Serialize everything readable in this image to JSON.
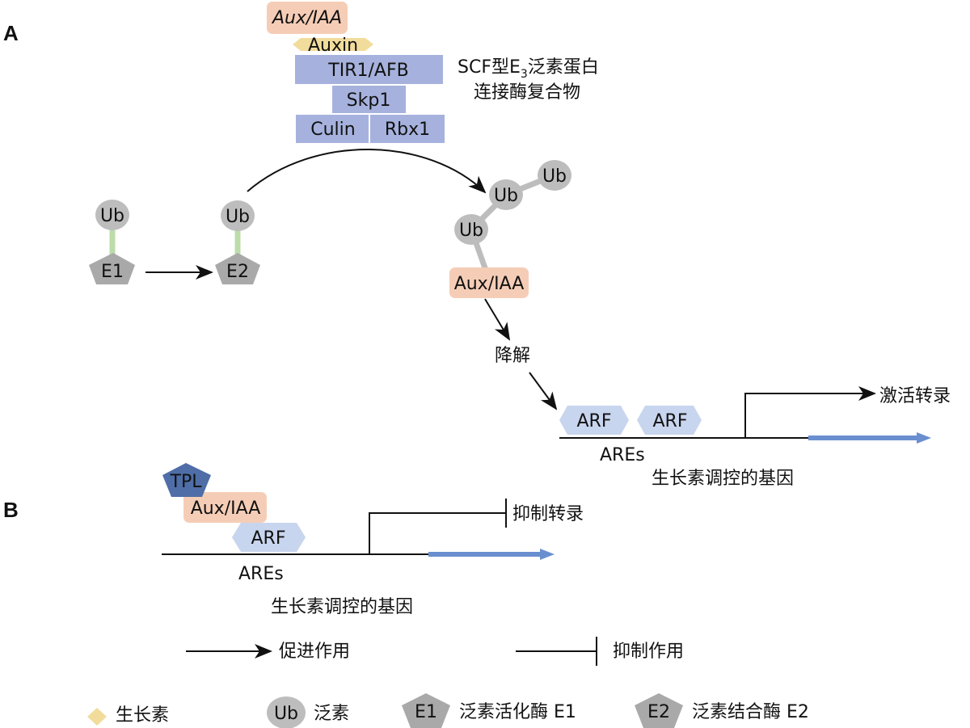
{
  "panels": {
    "a": "A",
    "b": "B"
  },
  "complex": {
    "aux_iaa": "Aux/IAA",
    "auxin": "Auxin",
    "tir1": "TIR1/AFB",
    "skp1": "Skp1",
    "culin": "Culin",
    "rbx1": "Rbx1",
    "label_line1_pre": "SCF型E",
    "label_sub": "3",
    "label_line1_post": "泛素蛋白",
    "label_line2": "连接酶复合物"
  },
  "pathway": {
    "ub": "Ub",
    "e1": "E1",
    "e2": "E2",
    "aux_iaa": "Aux/IAA",
    "degrade": "降解",
    "arf": "ARF",
    "ares": "AREs",
    "gene": "生长素调控的基因",
    "activate": "激活转录"
  },
  "repression": {
    "tpl": "TPL",
    "aux_iaa": "Aux/IAA",
    "arf": "ARF",
    "ares": "AREs",
    "gene": "生长素调控的基因",
    "inhibit": "抑制转录"
  },
  "legend": {
    "promote": "促进作用",
    "inhibit": "抑制作用",
    "auxin": "生长素",
    "ub_sym": "Ub",
    "ub": "泛素",
    "e1_sym": "E1",
    "e1": "泛素活化酶 E1",
    "e2_sym": "E2",
    "e2": "泛素结合酶 E2"
  },
  "colors": {
    "aux_iaa_fill": "#f5cdb6",
    "auxin_fill": "#f1dc9c",
    "complex_fill": "#a6b2dd",
    "ub_fill": "#bdbdbd",
    "pentagon_fill": "#a9a9a9",
    "arf_fill": "#c8d5ee",
    "tpl_fill": "#4f6ea8",
    "gene_arrow": "#6a8fd0",
    "link_green": "#bcdcaa"
  }
}
